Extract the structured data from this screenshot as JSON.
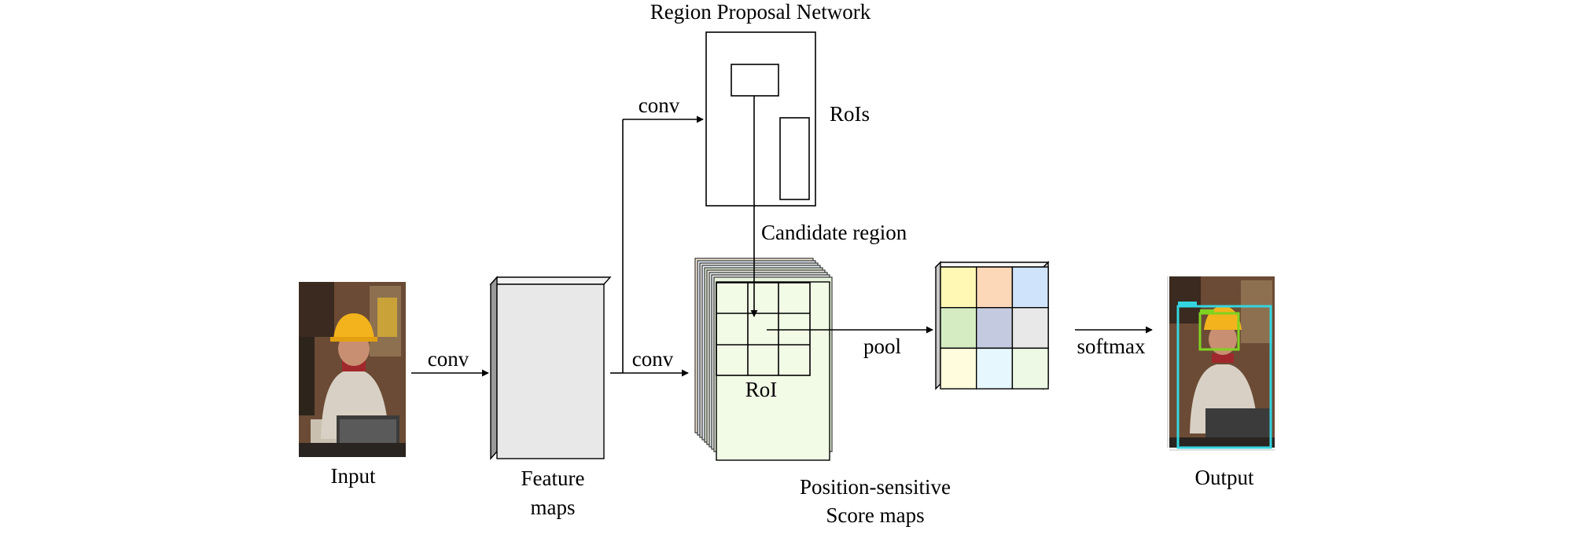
{
  "labels": {
    "title": "Region Proposal Network",
    "conv_top": "conv",
    "conv_input": "conv",
    "conv_feature": "conv",
    "rois": "RoIs",
    "candidate_region": "Candidate region",
    "input": "Input",
    "feature_maps_line1": "Feature",
    "feature_maps_line2": "maps",
    "roi": "RoI",
    "pool": "pool",
    "score_maps_line1": "Position-sensitive",
    "score_maps_line2": "Score maps",
    "softmax": "softmax",
    "output": "Output"
  },
  "colors": {
    "score_map_fill": "#f2fbe6",
    "feature_map_fill": "#e8e8e8",
    "detection_outer_box": "#33d6e0",
    "detection_inner_box": "#7ed321",
    "pool_cells": [
      "#fff7b3",
      "#fdd8b8",
      "#cfe3fb",
      "#d5ecc3",
      "#c4cbe0",
      "#e8e8e8",
      "#fffbdc",
      "#e6f8fd",
      "#edf9e4"
    ]
  },
  "icons": {
    "input_image": "person-in-hardhat-photo",
    "output_image": "person-detection-result-photo"
  }
}
